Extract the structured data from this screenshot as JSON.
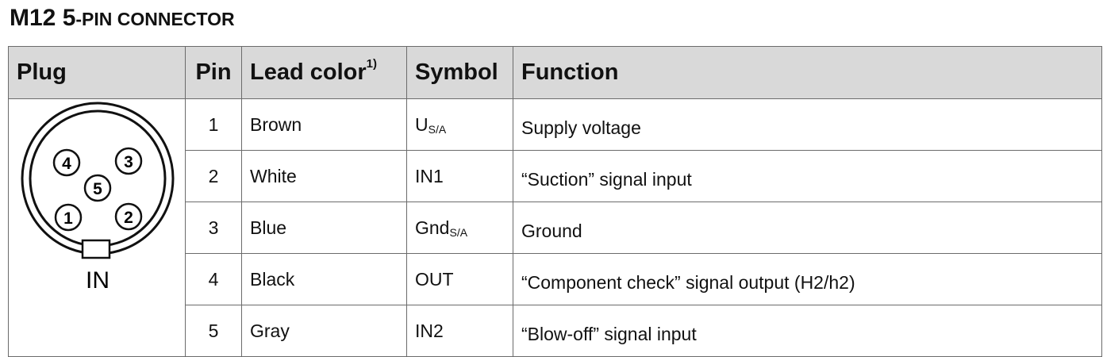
{
  "title": {
    "prefix": "M12 5",
    "suffix": "-PIN CONNECTOR"
  },
  "table": {
    "headers": {
      "plug": "Plug",
      "pin": "Pin",
      "lead_color": "Lead color",
      "lead_color_note": "1)",
      "symbol": "Symbol",
      "function": "Function"
    },
    "rows": [
      {
        "pin": "1",
        "lead_color": "Brown",
        "symbol_main": "U",
        "symbol_sub": "S/A",
        "function": "Supply voltage"
      },
      {
        "pin": "2",
        "lead_color": "White",
        "symbol_main": "IN1",
        "symbol_sub": "",
        "function": "“Suction” signal input"
      },
      {
        "pin": "3",
        "lead_color": "Blue",
        "symbol_main": "Gnd",
        "symbol_sub": "S/A",
        "function": "Ground"
      },
      {
        "pin": "4",
        "lead_color": "Black",
        "symbol_main": "OUT",
        "symbol_sub": "",
        "function": "“Component check” signal output (H2/h2)"
      },
      {
        "pin": "5",
        "lead_color": "Gray",
        "symbol_main": "IN2",
        "symbol_sub": "",
        "function": "“Blow-off” signal input"
      }
    ]
  },
  "plug": {
    "label": "IN",
    "pins": [
      "4",
      "3",
      "5",
      "1",
      "2"
    ]
  }
}
